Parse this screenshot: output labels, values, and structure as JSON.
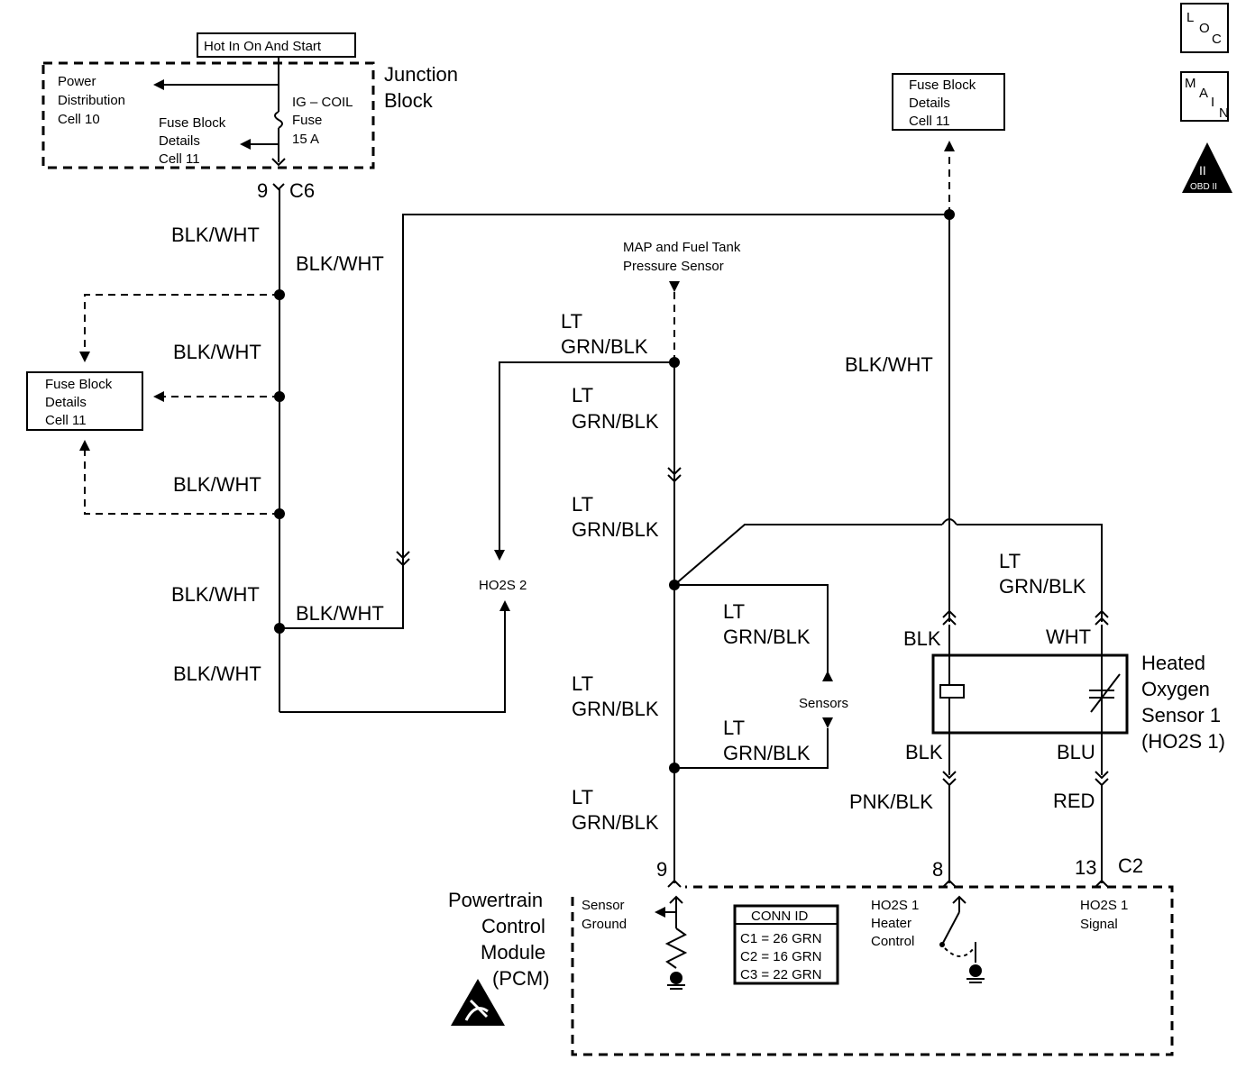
{
  "icons": {
    "loc": {
      "l1": "L",
      "l2": "O",
      "l3": "C"
    },
    "main": {
      "l1": "M",
      "l2": "A",
      "l3": "I",
      "l4": "N"
    },
    "obd": {
      "numeral": "II",
      "label": "OBD II"
    }
  },
  "junction": {
    "hot_label": "Hot In On And Start",
    "title_line1": "Junction",
    "title_line2": "Block",
    "power_dist": [
      "Power",
      "Distribution",
      "Cell 10"
    ],
    "fuse_details": [
      "Fuse Block",
      "Details",
      "Cell 11"
    ],
    "fuse_name": [
      "IG – COIL",
      "Fuse",
      "15 A"
    ]
  },
  "connectors": {
    "c6_pin": "9",
    "c6_name": "C6",
    "pcm_pin9": "9",
    "pcm_pin8": "8",
    "pcm_pin13": "13",
    "c2_name": "C2"
  },
  "left_fuse_box": [
    "Fuse Block",
    "Details",
    "Cell 11"
  ],
  "right_fuse_box": [
    "Fuse Block",
    "Details",
    "Cell 11"
  ],
  "map_sensor": [
    "MAP and Fuel Tank",
    "Pressure Sensor"
  ],
  "wires": {
    "bw1": "BLK/WHT",
    "bw2": "BLK/WHT",
    "bw3": "BLK/WHT",
    "bw4": "BLK/WHT",
    "bw5": "BLK/WHT",
    "bw6": "BLK/WHT",
    "bw7": "BLK/WHT",
    "bw8": "BLK/WHT",
    "lt1": [
      "LT",
      "GRN/BLK"
    ],
    "lt2": [
      "LT",
      "GRN/BLK"
    ],
    "lt3": [
      "LT",
      "GRN/BLK"
    ],
    "lt4": [
      "LT",
      "GRN/BLK"
    ],
    "lt5": [
      "LT",
      "GRN/BLK"
    ],
    "lt6": [
      "LT",
      "GRN/BLK"
    ],
    "lt7": [
      "LT",
      "GRN/BLK"
    ],
    "lt8": [
      "LT",
      "GRN/BLK"
    ],
    "blk_top": "BLK",
    "wht": "WHT",
    "blk_bot": "BLK",
    "blu": "BLU",
    "pnk_blk": "PNK/BLK",
    "red": "RED"
  },
  "ho2s2": "HO2S 2",
  "sensors": "Sensors",
  "ho2s1_title": [
    "Heated",
    "Oxygen",
    "Sensor 1",
    "(HO2S 1)"
  ],
  "pcm": {
    "title": [
      "Powertrain",
      "Control",
      "Module",
      "(PCM)"
    ],
    "sensor_ground": [
      "Sensor",
      "Ground"
    ],
    "heater_control": [
      "HO2S 1",
      "Heater",
      "Control"
    ],
    "signal": [
      "HO2S 1",
      "Signal"
    ],
    "conn_id": {
      "header": "CONN ID",
      "rows": [
        "C1 = 26 GRN",
        "C2 = 16 GRN",
        "C3 = 22 GRN"
      ]
    }
  }
}
